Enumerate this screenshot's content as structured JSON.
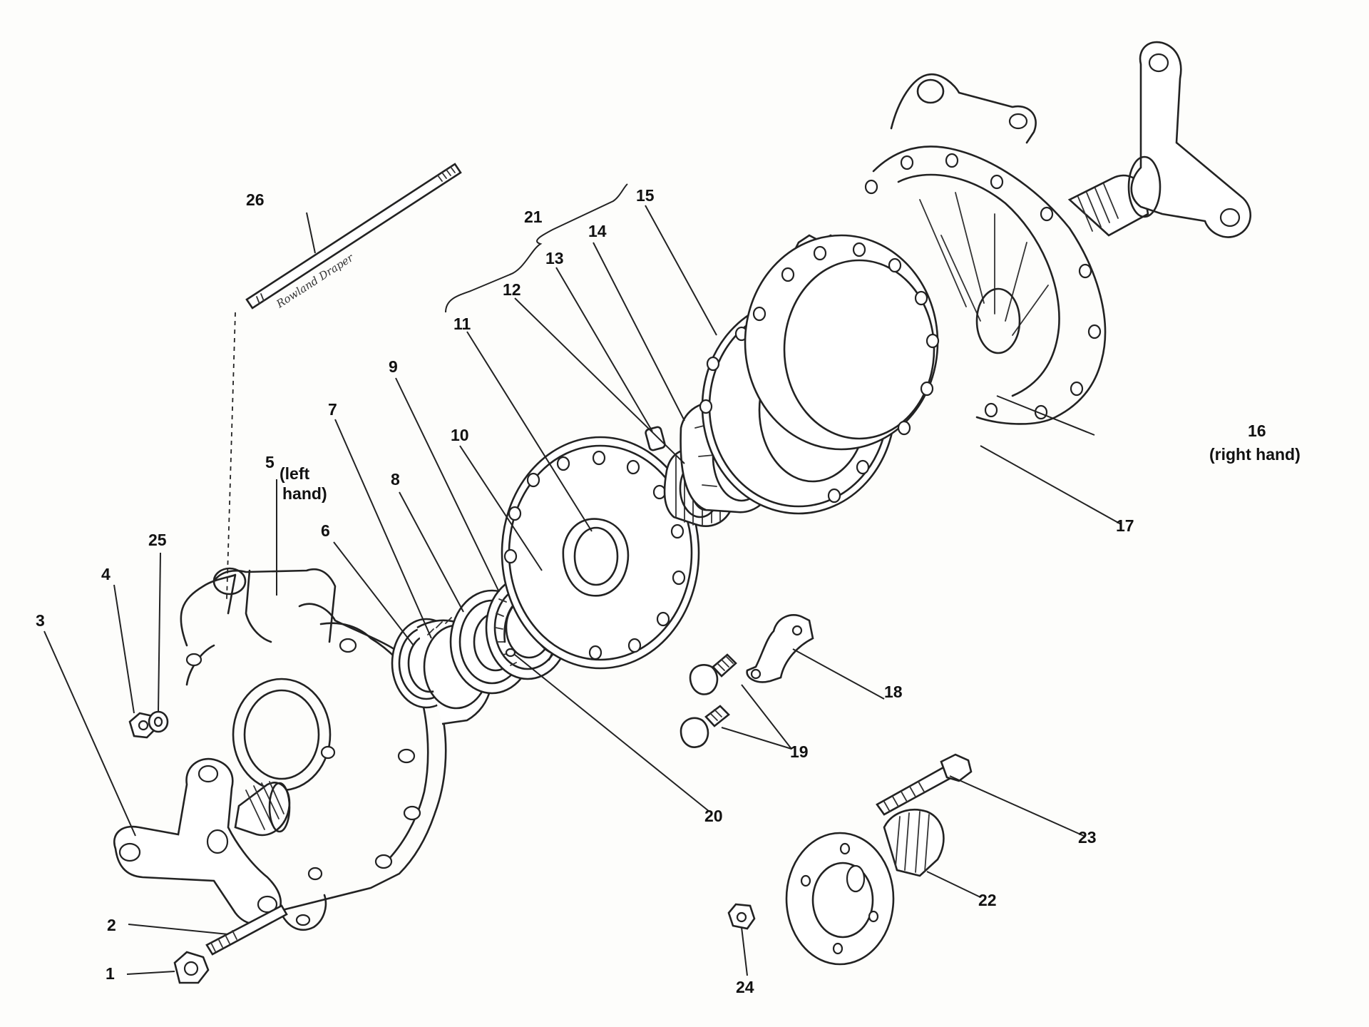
{
  "callouts": [
    {
      "id": "c1",
      "text": "1"
    },
    {
      "id": "c2",
      "text": "2"
    },
    {
      "id": "c3",
      "text": "3"
    },
    {
      "id": "c4",
      "text": "4"
    },
    {
      "id": "c5",
      "text": "5"
    },
    {
      "id": "c5b",
      "text": "(left"
    },
    {
      "id": "c5c",
      "text": "hand)"
    },
    {
      "id": "c6",
      "text": "6"
    },
    {
      "id": "c7",
      "text": "7"
    },
    {
      "id": "c8",
      "text": "8"
    },
    {
      "id": "c9",
      "text": "9"
    },
    {
      "id": "c10",
      "text": "10"
    },
    {
      "id": "c11",
      "text": "11"
    },
    {
      "id": "c12",
      "text": "12"
    },
    {
      "id": "c13",
      "text": "13"
    },
    {
      "id": "c14",
      "text": "14"
    },
    {
      "id": "c15",
      "text": "15"
    },
    {
      "id": "c16",
      "text": "16"
    },
    {
      "id": "c16b",
      "text": "(right hand)"
    },
    {
      "id": "c17",
      "text": "17"
    },
    {
      "id": "c18",
      "text": "18"
    },
    {
      "id": "c19",
      "text": "19"
    },
    {
      "id": "c20",
      "text": "20"
    },
    {
      "id": "c21",
      "text": "21"
    },
    {
      "id": "c22",
      "text": "22"
    },
    {
      "id": "c23",
      "text": "23"
    },
    {
      "id": "c24",
      "text": "24"
    },
    {
      "id": "c25",
      "text": "25"
    },
    {
      "id": "c26",
      "text": "26"
    }
  ],
  "tool_marking": "Rowland Draper",
  "colors": {
    "ink": "#222222",
    "paper": "#fdfdfb"
  }
}
